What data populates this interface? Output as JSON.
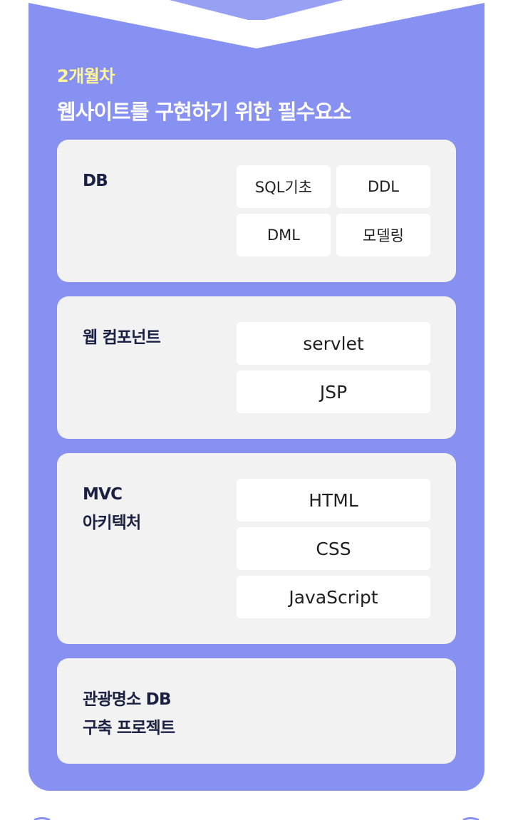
{
  "section": {
    "kicker": "2개월차",
    "headline": "웹사이트를 구현하기 위한 필수요소"
  },
  "colors": {
    "panel": "#8791f1",
    "kicker": "#fff59a",
    "card": "#f2f2f2",
    "card_title": "#1a2142"
  },
  "cards": [
    {
      "title_lines": [
        "DB"
      ],
      "chips": [
        "SQL기초",
        "DDL",
        "DML",
        "모델링"
      ]
    },
    {
      "title_lines": [
        "웹 컴포넌트"
      ],
      "chips": [
        "servlet",
        "JSP"
      ]
    },
    {
      "title_lines": [
        "MVC",
        "아키텍처"
      ],
      "chips": [
        "HTML",
        "CSS",
        "JavaScript"
      ]
    },
    {
      "title_lines": [
        "관광명소 DB",
        "구축 프로젝트"
      ],
      "chips": []
    }
  ]
}
